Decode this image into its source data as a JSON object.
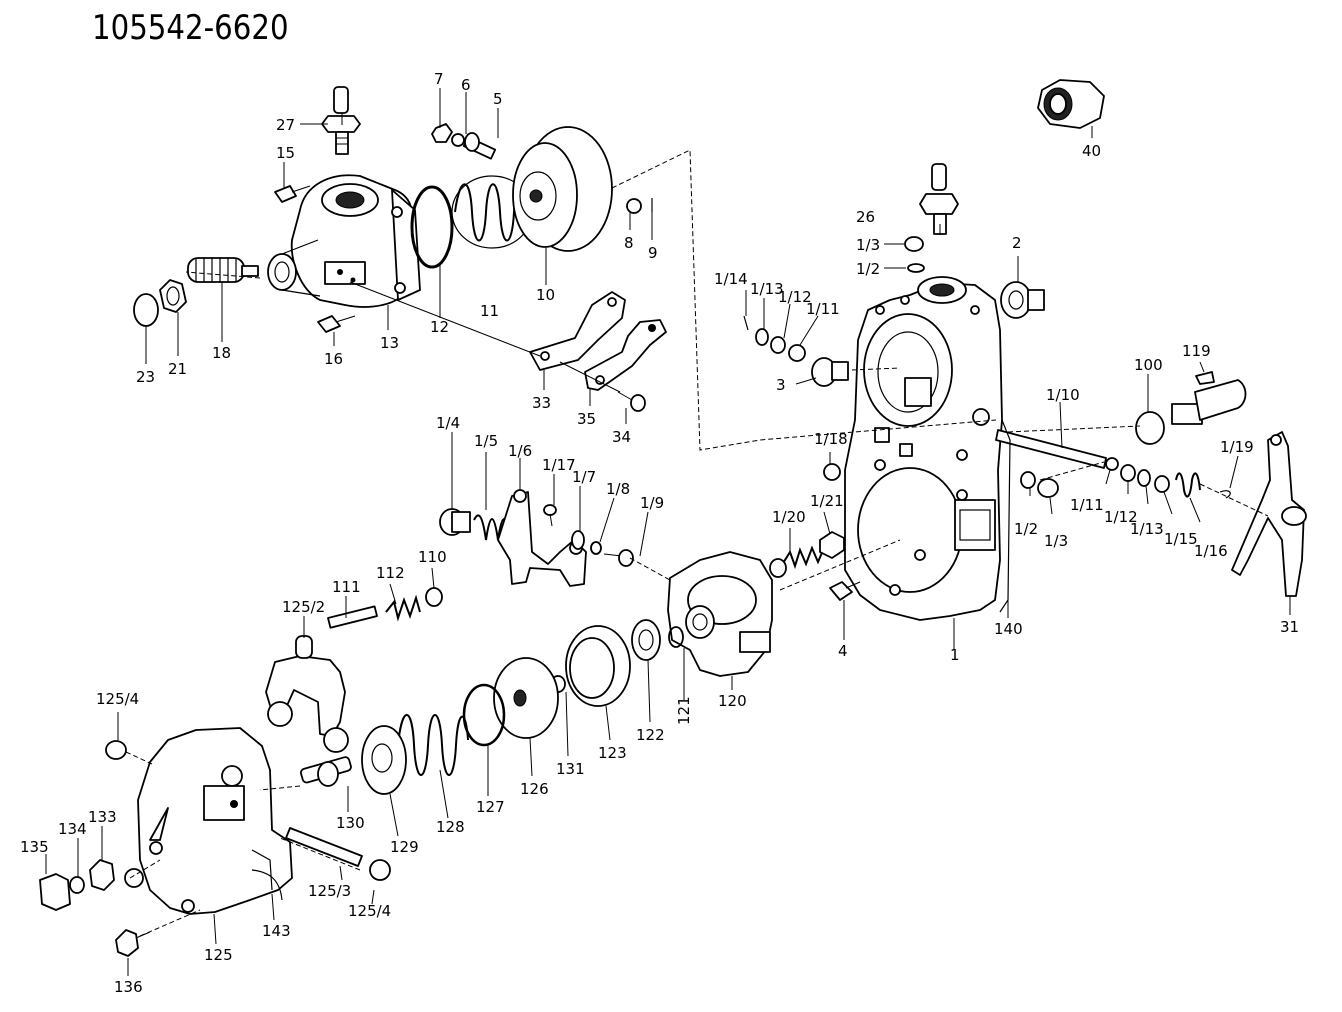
{
  "title": "105542-6620",
  "labels": {
    "l7": "7",
    "l6": "6",
    "l5": "5",
    "l27": "27",
    "l15": "15",
    "l8": "8",
    "l9": "9",
    "l10": "10",
    "l11": "11",
    "l12": "12",
    "l13": "13",
    "l16": "16",
    "l18": "18",
    "l21": "21",
    "l23": "23",
    "l33": "33",
    "l35": "35",
    "l34": "34",
    "l40": "40",
    "l26": "26",
    "l1_3a": "1/3",
    "l1_2a": "1/2",
    "l2": "2",
    "l1_14": "1/14",
    "l1_13a": "1/13",
    "l1_12a": "1/12",
    "l1_11a": "1/11",
    "l3": "3",
    "l100": "100",
    "l119": "119",
    "l1_10": "1/10",
    "l1_4": "1/4",
    "l1_5": "1/5",
    "l1_6": "1/6",
    "l1_17": "1/17",
    "l1_7": "1/7",
    "l1_8": "1/8",
    "l1_9": "1/9",
    "l1_18": "1/18",
    "l1_19": "1/19",
    "l1_11b": "1/11",
    "l1_12b": "1/12",
    "l1_13b": "1/13",
    "l1_15": "1/15",
    "l1_16": "1/16",
    "l1_2b": "1/2",
    "l1_3b": "1/3",
    "l1_20": "1/20",
    "l1_21": "1/21",
    "l110": "110",
    "l111": "111",
    "l112": "112",
    "l125_2": "125/2",
    "l4": "4",
    "l140": "140",
    "l1": "1",
    "l31": "31",
    "l120": "120",
    "l121": "121",
    "l122": "122",
    "l123": "123",
    "l131": "131",
    "l126": "126",
    "l127": "127",
    "l128": "128",
    "l129": "129",
    "l130": "130",
    "l125_4a": "125/4",
    "l125_4b": "125/4",
    "l125_3": "125/3",
    "l133": "133",
    "l134": "134",
    "l135": "135",
    "l136": "136",
    "l125": "125",
    "l143": "143"
  }
}
